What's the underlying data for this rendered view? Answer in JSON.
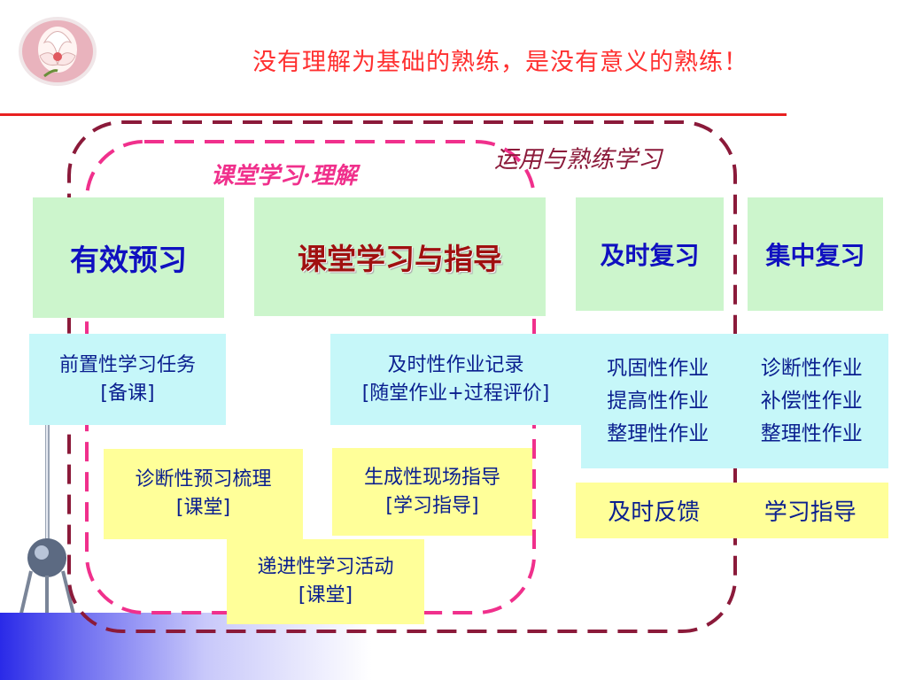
{
  "title": "没有理解为基础的熟练，是没有意义的熟练！",
  "labels": {
    "classroom": "课堂学习·理解",
    "practice": "运用与熟练学习"
  },
  "stages": {
    "preview": "有效预习",
    "classroom": "课堂学习与指导",
    "review": "及时复习",
    "intensive": "集中复习"
  },
  "tasks": {
    "preview_task": {
      "line1": "前置性学习任务",
      "line2": "[备课]"
    },
    "homework": {
      "line1": "及时性作业记录",
      "line2": "[随堂作业+过程评价]"
    },
    "review_col": [
      "巩固性作业",
      "提高性作业",
      "整理性作业"
    ],
    "intensive_col": [
      "诊断性作业",
      "补偿性作业",
      "整理性作业"
    ],
    "diagnostic": {
      "line1": "诊断性预习梳理",
      "line2": "[课堂]"
    },
    "onsite": {
      "line1": "生成性现场指导",
      "line2": "[学习指导]"
    },
    "progressive": {
      "line1": "递进性学习活动",
      "line2": "[课堂]"
    },
    "feedback": "及时反馈",
    "guidance": "学习指导"
  },
  "colors": {
    "title": "#ff3030",
    "rule": "#e82020",
    "loop_outer": "#8b1a3a",
    "loop_inner": "#f0308c",
    "label_classroom": "#f0308c",
    "label_practice": "#8b1a3a",
    "green_box": "#ccf5cc",
    "cyan_box": "#c6f7f9",
    "yellow_box": "#ffff99"
  }
}
